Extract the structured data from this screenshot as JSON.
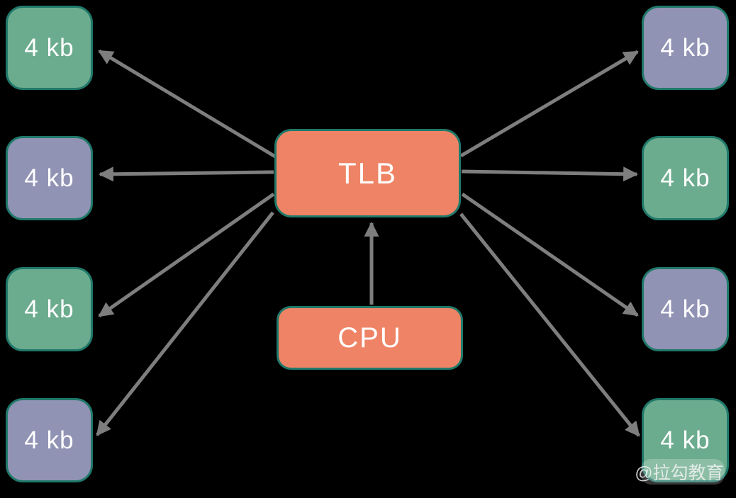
{
  "nodes": {
    "tlb_label": "TLB",
    "cpu_label": "CPU"
  },
  "pages": {
    "left": [
      {
        "label": "4 kb",
        "color": "green"
      },
      {
        "label": "4 kb",
        "color": "purple"
      },
      {
        "label": "4 kb",
        "color": "green"
      },
      {
        "label": "4 kb",
        "color": "purple"
      }
    ],
    "right": [
      {
        "label": "4 kb",
        "color": "purple"
      },
      {
        "label": "4 kb",
        "color": "green"
      },
      {
        "label": "4 kb",
        "color": "purple"
      },
      {
        "label": "4 kb",
        "color": "green"
      }
    ]
  },
  "edges": [
    {
      "from": "TLB",
      "to": "page-left-1"
    },
    {
      "from": "TLB",
      "to": "page-left-2"
    },
    {
      "from": "TLB",
      "to": "page-left-3"
    },
    {
      "from": "TLB",
      "to": "page-left-4"
    },
    {
      "from": "TLB",
      "to": "page-right-1"
    },
    {
      "from": "TLB",
      "to": "page-right-2"
    },
    {
      "from": "TLB",
      "to": "page-right-3"
    },
    {
      "from": "TLB",
      "to": "page-right-4"
    },
    {
      "from": "CPU",
      "to": "TLB"
    }
  ],
  "watermark": {
    "text": "@拉勾教育"
  },
  "colors": {
    "background": "#000000",
    "page_green": "#6cac8e",
    "page_purple": "#9193b4",
    "node_orange": "#ee8465",
    "box_border": "#20796a",
    "arrow": "#7e7e7e",
    "label_text": "#ffffff"
  }
}
